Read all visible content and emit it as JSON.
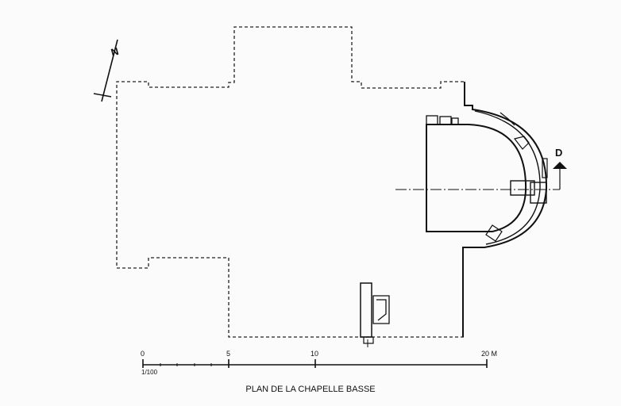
{
  "north_label": "N",
  "section_label": "D",
  "scale_bar": {
    "tick_labels": [
      "0",
      "5",
      "10",
      "20 M"
    ],
    "ratio": "1/100"
  },
  "caption": "PLAN DE LA CHAPELLE BASSE"
}
